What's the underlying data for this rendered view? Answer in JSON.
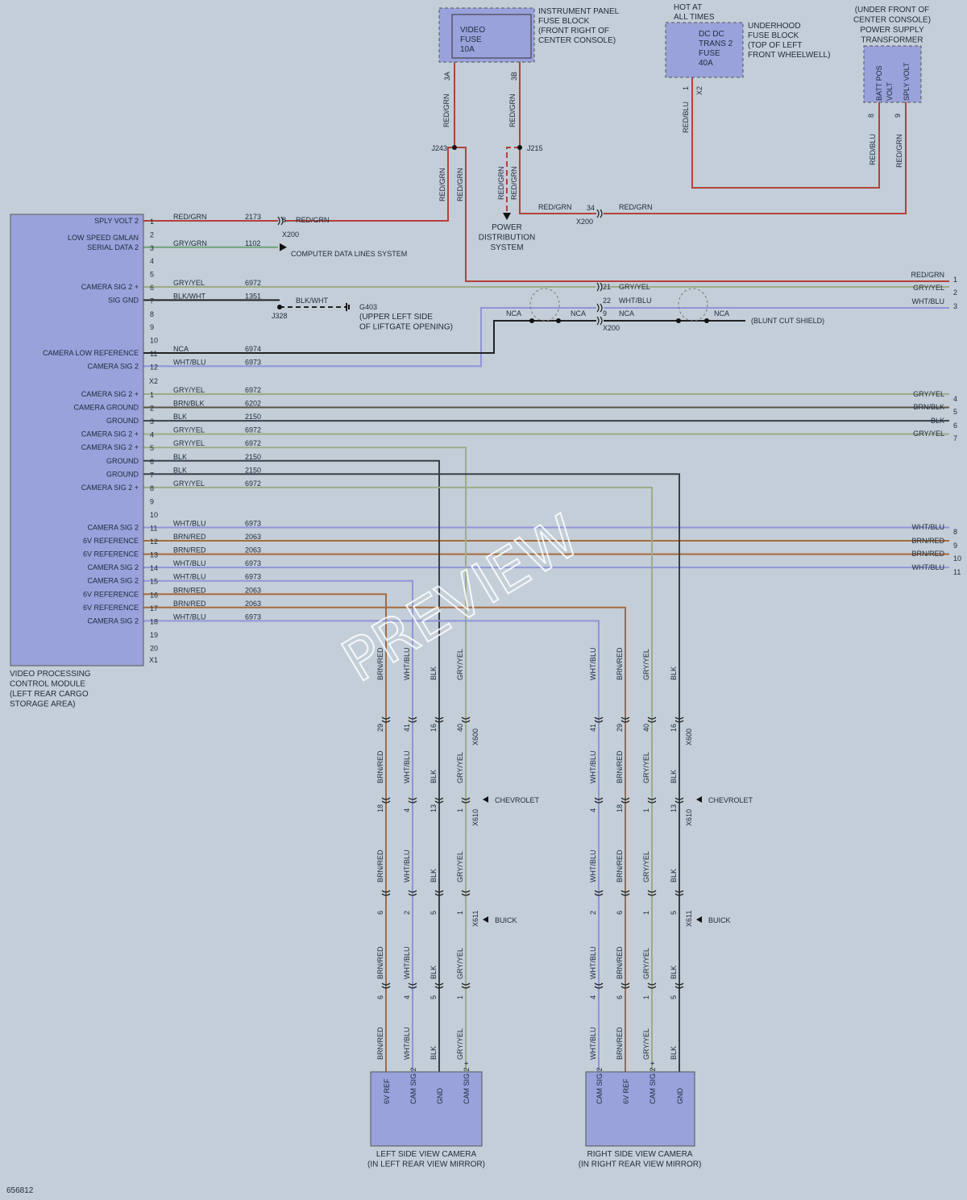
{
  "diagram_id": "656812",
  "watermark": "PREVIEW",
  "colors": {
    "RED/GRN": "#b4413a",
    "GRY/YEL": "#9eab86",
    "GRY/GRN": "#6fa477",
    "BLK/WHT": "#222222",
    "NCA": "#222222",
    "WHT/BLU": "#8f95d8",
    "BRN/BLK": "#5d5346",
    "BLK": "#3a3f48",
    "BRN/RED": "#a76a3c",
    "RED/BLU": "#b4413a",
    "module_fill": "#9aa2dc",
    "background": "#c3ced8"
  },
  "fuses": {
    "video": {
      "lines": [
        "VIDEO",
        "FUSE",
        "10A"
      ],
      "desc": [
        "INSTRUMENT PANEL",
        "FUSE BLOCK",
        "(FRONT RIGHT OF",
        "CENTER CONSOLE)"
      ],
      "pin_a": "3A",
      "pin_b": "3B"
    },
    "dcdc": {
      "top": [
        "HOT AT",
        "ALL TIMES"
      ],
      "lines": [
        "DC DC",
        "TRANS 2",
        "FUSE",
        "40A"
      ],
      "desc": [
        "UNDERHOOD",
        "FUSE BLOCK",
        "(TOP OF LEFT",
        "FRONT WHEELWELL)"
      ],
      "pin": "1",
      "conn": "X2"
    },
    "transformer": {
      "desc": [
        "(UNDER FRONT OF",
        "CENTER CONSOLE)",
        "POWER SUPPLY",
        "TRANSFORMER"
      ],
      "pins": [
        {
          "name": "BATT POS VOLT",
          "num": "8"
        },
        {
          "name": "SPLY VOLT",
          "num": "9"
        }
      ]
    }
  },
  "splices": {
    "j243": "J243",
    "j215": "J215",
    "j328": "J328"
  },
  "ground": {
    "id": "G403",
    "desc": [
      "(UPPER LEFT SIDE",
      "OF LIFTGATE OPENING)"
    ]
  },
  "misc": {
    "pds": [
      "POWER",
      "DISTRIBUTION",
      "SYSTEM"
    ],
    "cdl": "COMPUTER DATA LINES SYSTEM",
    "blunt": "(BLUNT CUT SHIELD)",
    "x200": "X200",
    "nca": "NCA",
    "pin34": "34",
    "pin8": "8",
    "pin9": "9",
    "pin21": "21",
    "pin22": "22"
  },
  "module": {
    "desc": [
      "VIDEO PROCESSING",
      "CONTROL MODULE",
      "(LEFT REAR CARGO",
      "STORAGE AREA)"
    ],
    "x2": "X2",
    "x1": "X1",
    "pins_x2": [
      {
        "n": "1",
        "label": "SPLY VOLT 2",
        "wire": "RED/GRN",
        "circ": "2173"
      },
      {
        "n": "2",
        "label": "",
        "wire": "",
        "circ": ""
      },
      {
        "n": "3",
        "label": "LOW SPEED GMLAN",
        "label2": "SERIAL DATA 2",
        "wire": "GRY/GRN",
        "circ": "1102"
      },
      {
        "n": "4",
        "label": "",
        "wire": "",
        "circ": ""
      },
      {
        "n": "5",
        "label": "",
        "wire": "",
        "circ": ""
      },
      {
        "n": "6",
        "label": "CAMERA SIG 2 +",
        "wire": "GRY/YEL",
        "circ": "6972"
      },
      {
        "n": "7",
        "label": "SIG GND",
        "wire": "BLK/WHT",
        "circ": "1351"
      },
      {
        "n": "8",
        "label": "",
        "wire": "",
        "circ": ""
      },
      {
        "n": "9",
        "label": "",
        "wire": "",
        "circ": ""
      },
      {
        "n": "10",
        "label": "",
        "wire": "",
        "circ": ""
      },
      {
        "n": "11",
        "label": "CAMERA LOW REFERENCE",
        "wire": "NCA",
        "circ": "6974"
      },
      {
        "n": "12",
        "label": "CAMERA SIG 2",
        "wire": "WHT/BLU",
        "circ": "6973"
      }
    ],
    "pins_x1": [
      {
        "n": "1",
        "label": "CAMERA SIG 2 +",
        "wire": "GRY/YEL",
        "circ": "6972"
      },
      {
        "n": "2",
        "label": "CAMERA GROUND",
        "wire": "BRN/BLK",
        "circ": "6202"
      },
      {
        "n": "3",
        "label": "GROUND",
        "wire": "BLK",
        "circ": "2150"
      },
      {
        "n": "4",
        "label": "CAMERA SIG 2 +",
        "wire": "GRY/YEL",
        "circ": "6972"
      },
      {
        "n": "5",
        "label": "CAMERA SIG 2 +",
        "wire": "GRY/YEL",
        "circ": "6972"
      },
      {
        "n": "6",
        "label": "GROUND",
        "wire": "BLK",
        "circ": "2150"
      },
      {
        "n": "7",
        "label": "GROUND",
        "wire": "BLK",
        "circ": "2150"
      },
      {
        "n": "8",
        "label": "CAMERA SIG 2 +",
        "wire": "GRY/YEL",
        "circ": "6972"
      },
      {
        "n": "9",
        "label": "",
        "wire": "",
        "circ": ""
      },
      {
        "n": "10",
        "label": "",
        "wire": "",
        "circ": ""
      },
      {
        "n": "11",
        "label": "CAMERA SIG 2",
        "wire": "WHT/BLU",
        "circ": "6973"
      },
      {
        "n": "12",
        "label": "6V REFERENCE",
        "wire": "BRN/RED",
        "circ": "2063"
      },
      {
        "n": "13",
        "label": "6V REFERENCE",
        "wire": "BRN/RED",
        "circ": "2063"
      },
      {
        "n": "14",
        "label": "CAMERA SIG 2",
        "wire": "WHT/BLU",
        "circ": "6973"
      },
      {
        "n": "15",
        "label": "CAMERA SIG 2",
        "wire": "WHT/BLU",
        "circ": "6973"
      },
      {
        "n": "16",
        "label": "6V REFERENCE",
        "wire": "BRN/RED",
        "circ": "2063"
      },
      {
        "n": "17",
        "label": "6V REFERENCE",
        "wire": "BRN/RED",
        "circ": "2063"
      },
      {
        "n": "18",
        "label": "CAMERA SIG 2",
        "wire": "WHT/BLU",
        "circ": "6973"
      },
      {
        "n": "19",
        "label": "",
        "wire": "",
        "circ": ""
      },
      {
        "n": "20",
        "label": "",
        "wire": "",
        "circ": ""
      }
    ]
  },
  "right_edge": [
    {
      "wire": "RED/GRN",
      "num": "1"
    },
    {
      "wire": "GRY/YEL",
      "num": "2"
    },
    {
      "wire": "WHT/BLU",
      "num": "3"
    },
    {
      "wire": "GRY/YEL",
      "num": "4"
    },
    {
      "wire": "BRN/BLK",
      "num": "5"
    },
    {
      "wire": "BLK",
      "num": "6"
    },
    {
      "wire": "GRY/YEL",
      "num": "7"
    },
    {
      "wire": "WHT/BLU",
      "num": "8"
    },
    {
      "wire": "BRN/RED",
      "num": "9"
    },
    {
      "wire": "BRN/RED",
      "num": "10"
    },
    {
      "wire": "WHT/BLU",
      "num": "11"
    }
  ],
  "connectors": {
    "x600": "X600",
    "x610": "X610",
    "x611": "X611",
    "chevrolet": "CHEVROLET",
    "buick": "BUICK"
  },
  "left_camera": {
    "title": [
      "LEFT SIDE VIEW CAMERA",
      "(IN LEFT REAR VIEW MIRROR)"
    ],
    "wires": [
      {
        "color": "BRN/RED",
        "x600": "29",
        "x610": "18",
        "x611a": "6",
        "x611b": "6",
        "pin": "6V REF"
      },
      {
        "color": "WHT/BLU",
        "x600": "41",
        "x610": "4",
        "x611a": "2",
        "x611b": "4",
        "pin": "CAM SIG 2"
      },
      {
        "color": "BLK",
        "x600": "16",
        "x610": "13",
        "x611a": "5",
        "x611b": "5",
        "pin": "GND"
      },
      {
        "color": "GRY/YEL",
        "x600": "40",
        "x610": "1",
        "x611a": "1",
        "x611b": "1",
        "pin": "CAM SIG 2 +"
      }
    ]
  },
  "right_camera": {
    "title": [
      "RIGHT SIDE VIEW CAMERA",
      "(IN RIGHT REAR VIEW MIRROR)"
    ],
    "wires": [
      {
        "color": "WHT/BLU",
        "x600": "41",
        "x610": "4",
        "x611a": "2",
        "x611b": "4",
        "pin": "CAM SIG 2"
      },
      {
        "color": "BRN/RED",
        "x600": "29",
        "x610": "18",
        "x611a": "6",
        "x611b": "6",
        "pin": "6V REF"
      },
      {
        "color": "GRY/YEL",
        "x600": "40",
        "x610": "1",
        "x611a": "1",
        "x611b": "1",
        "pin": "CAM SIG 2 +"
      },
      {
        "color": "BLK",
        "x600": "16",
        "x610": "13",
        "x611a": "5",
        "x611b": "5",
        "pin": "GND"
      }
    ]
  }
}
